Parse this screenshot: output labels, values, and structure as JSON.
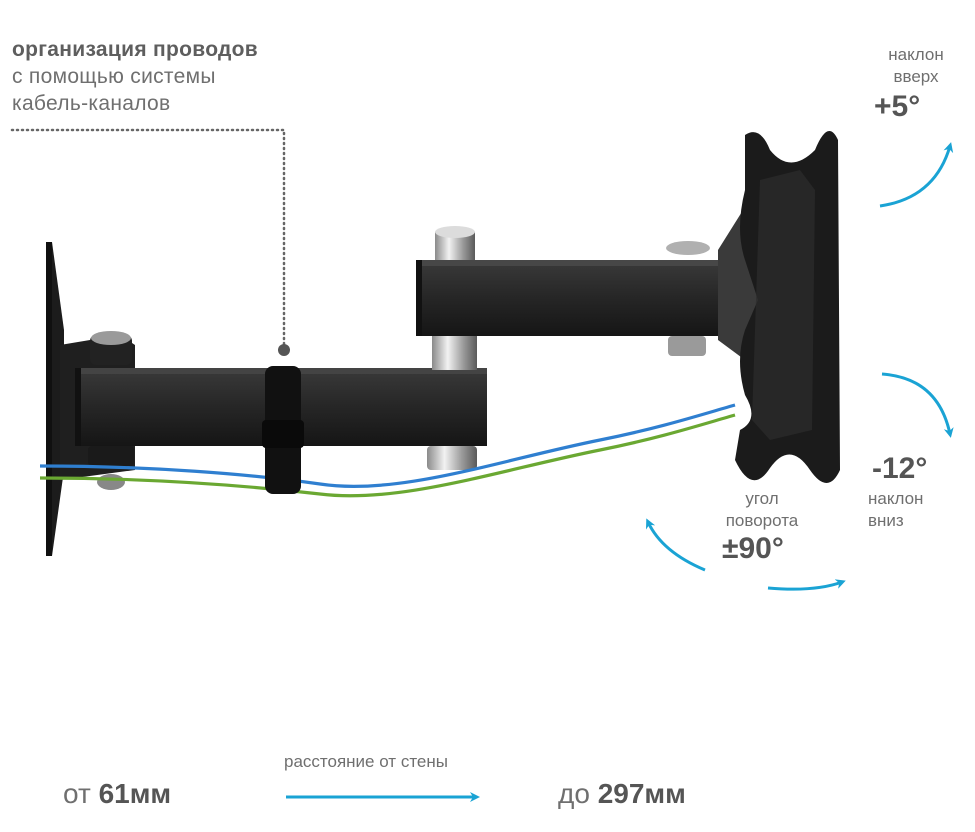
{
  "cable_note": {
    "line1": "организация проводов",
    "line2": "с помощью системы",
    "line3": "кабель-каналов"
  },
  "tilt_up": {
    "label1": "наклон",
    "label2": "вверх",
    "value": "+5°"
  },
  "tilt_down": {
    "value": "-12°",
    "label1": "наклон",
    "label2": "вниз"
  },
  "swivel": {
    "label1": "угол",
    "label2": "поворота",
    "value": "±90°"
  },
  "distance": {
    "caption": "расстояние от стены",
    "min_prefix": "от",
    "min_value": "61мм",
    "max_prefix": "до",
    "max_value": "297мм"
  },
  "colors": {
    "accent": "#1aa3d4",
    "metal": "#2b2b2b",
    "cable_blue": "#2f7fd0",
    "cable_green": "#6aa832"
  }
}
